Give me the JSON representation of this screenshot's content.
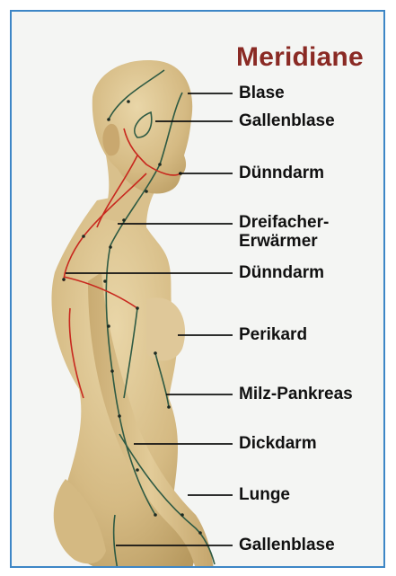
{
  "title": "Meridiane",
  "labels": [
    "Blase",
    "Gallenblase",
    "Dünndarm",
    "Dreifacher-",
    "Erwärmer",
    "Dünndarm",
    "Perikard",
    "Milz-Pankreas",
    "Dickdarm",
    "Lunge",
    "Gallenblase"
  ],
  "colors": {
    "frame": "#3d86c6",
    "title": "#8a2a24",
    "skin": "#d8bf8a",
    "meridian_red": "#c8281e",
    "meridian_green": "#2e5a43"
  }
}
